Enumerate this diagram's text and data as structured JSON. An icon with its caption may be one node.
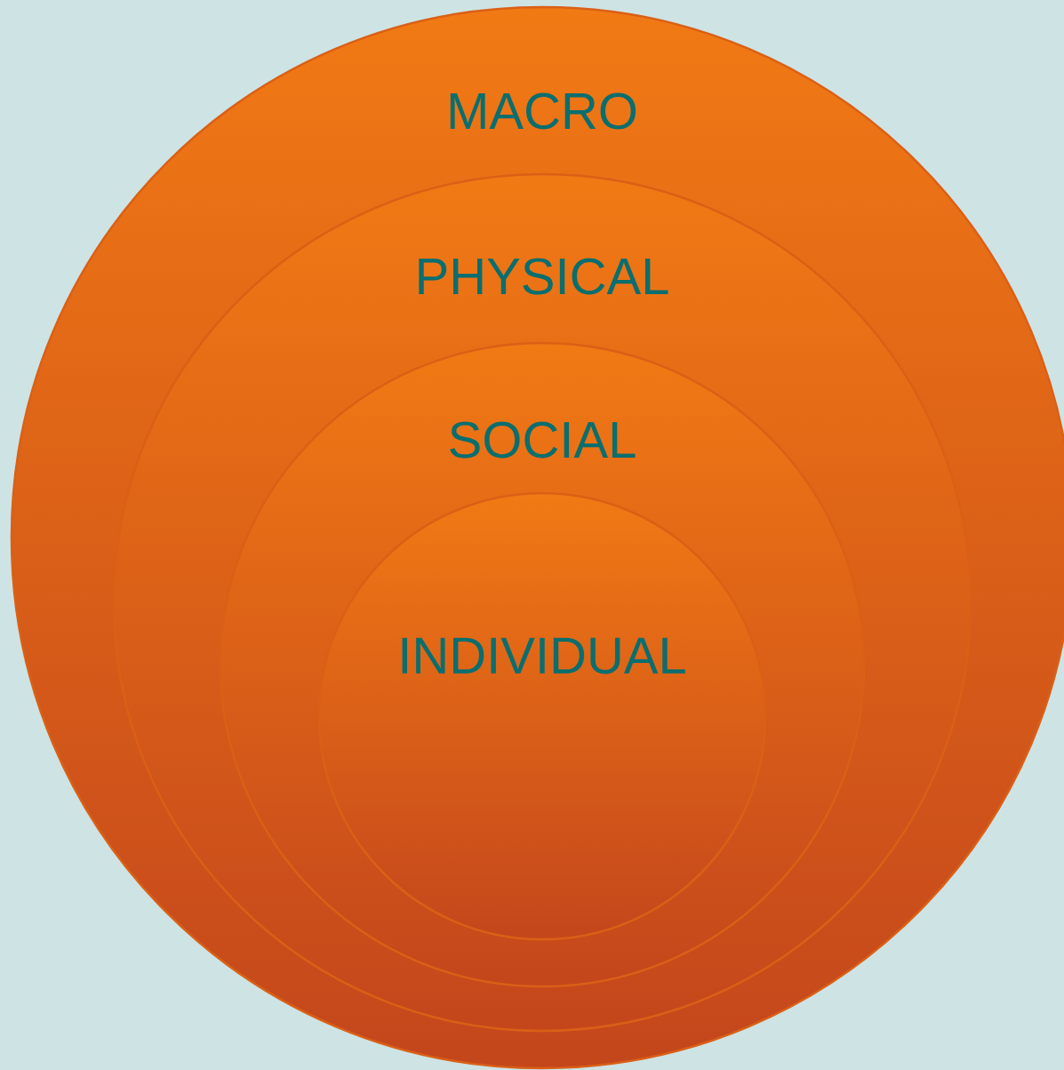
{
  "diagram": {
    "nodes": [
      {
        "text": [
          "MACRO"
        ]
      },
      {
        "text": [
          "PHYSICAL"
        ],
        "in": 0
      },
      {
        "text": [
          "SOCIAL"
        ],
        "in": 1
      },
      {
        "text": [
          "INDIVIDUAL"
        ],
        "in": 2
      }
    ]
  }
}
